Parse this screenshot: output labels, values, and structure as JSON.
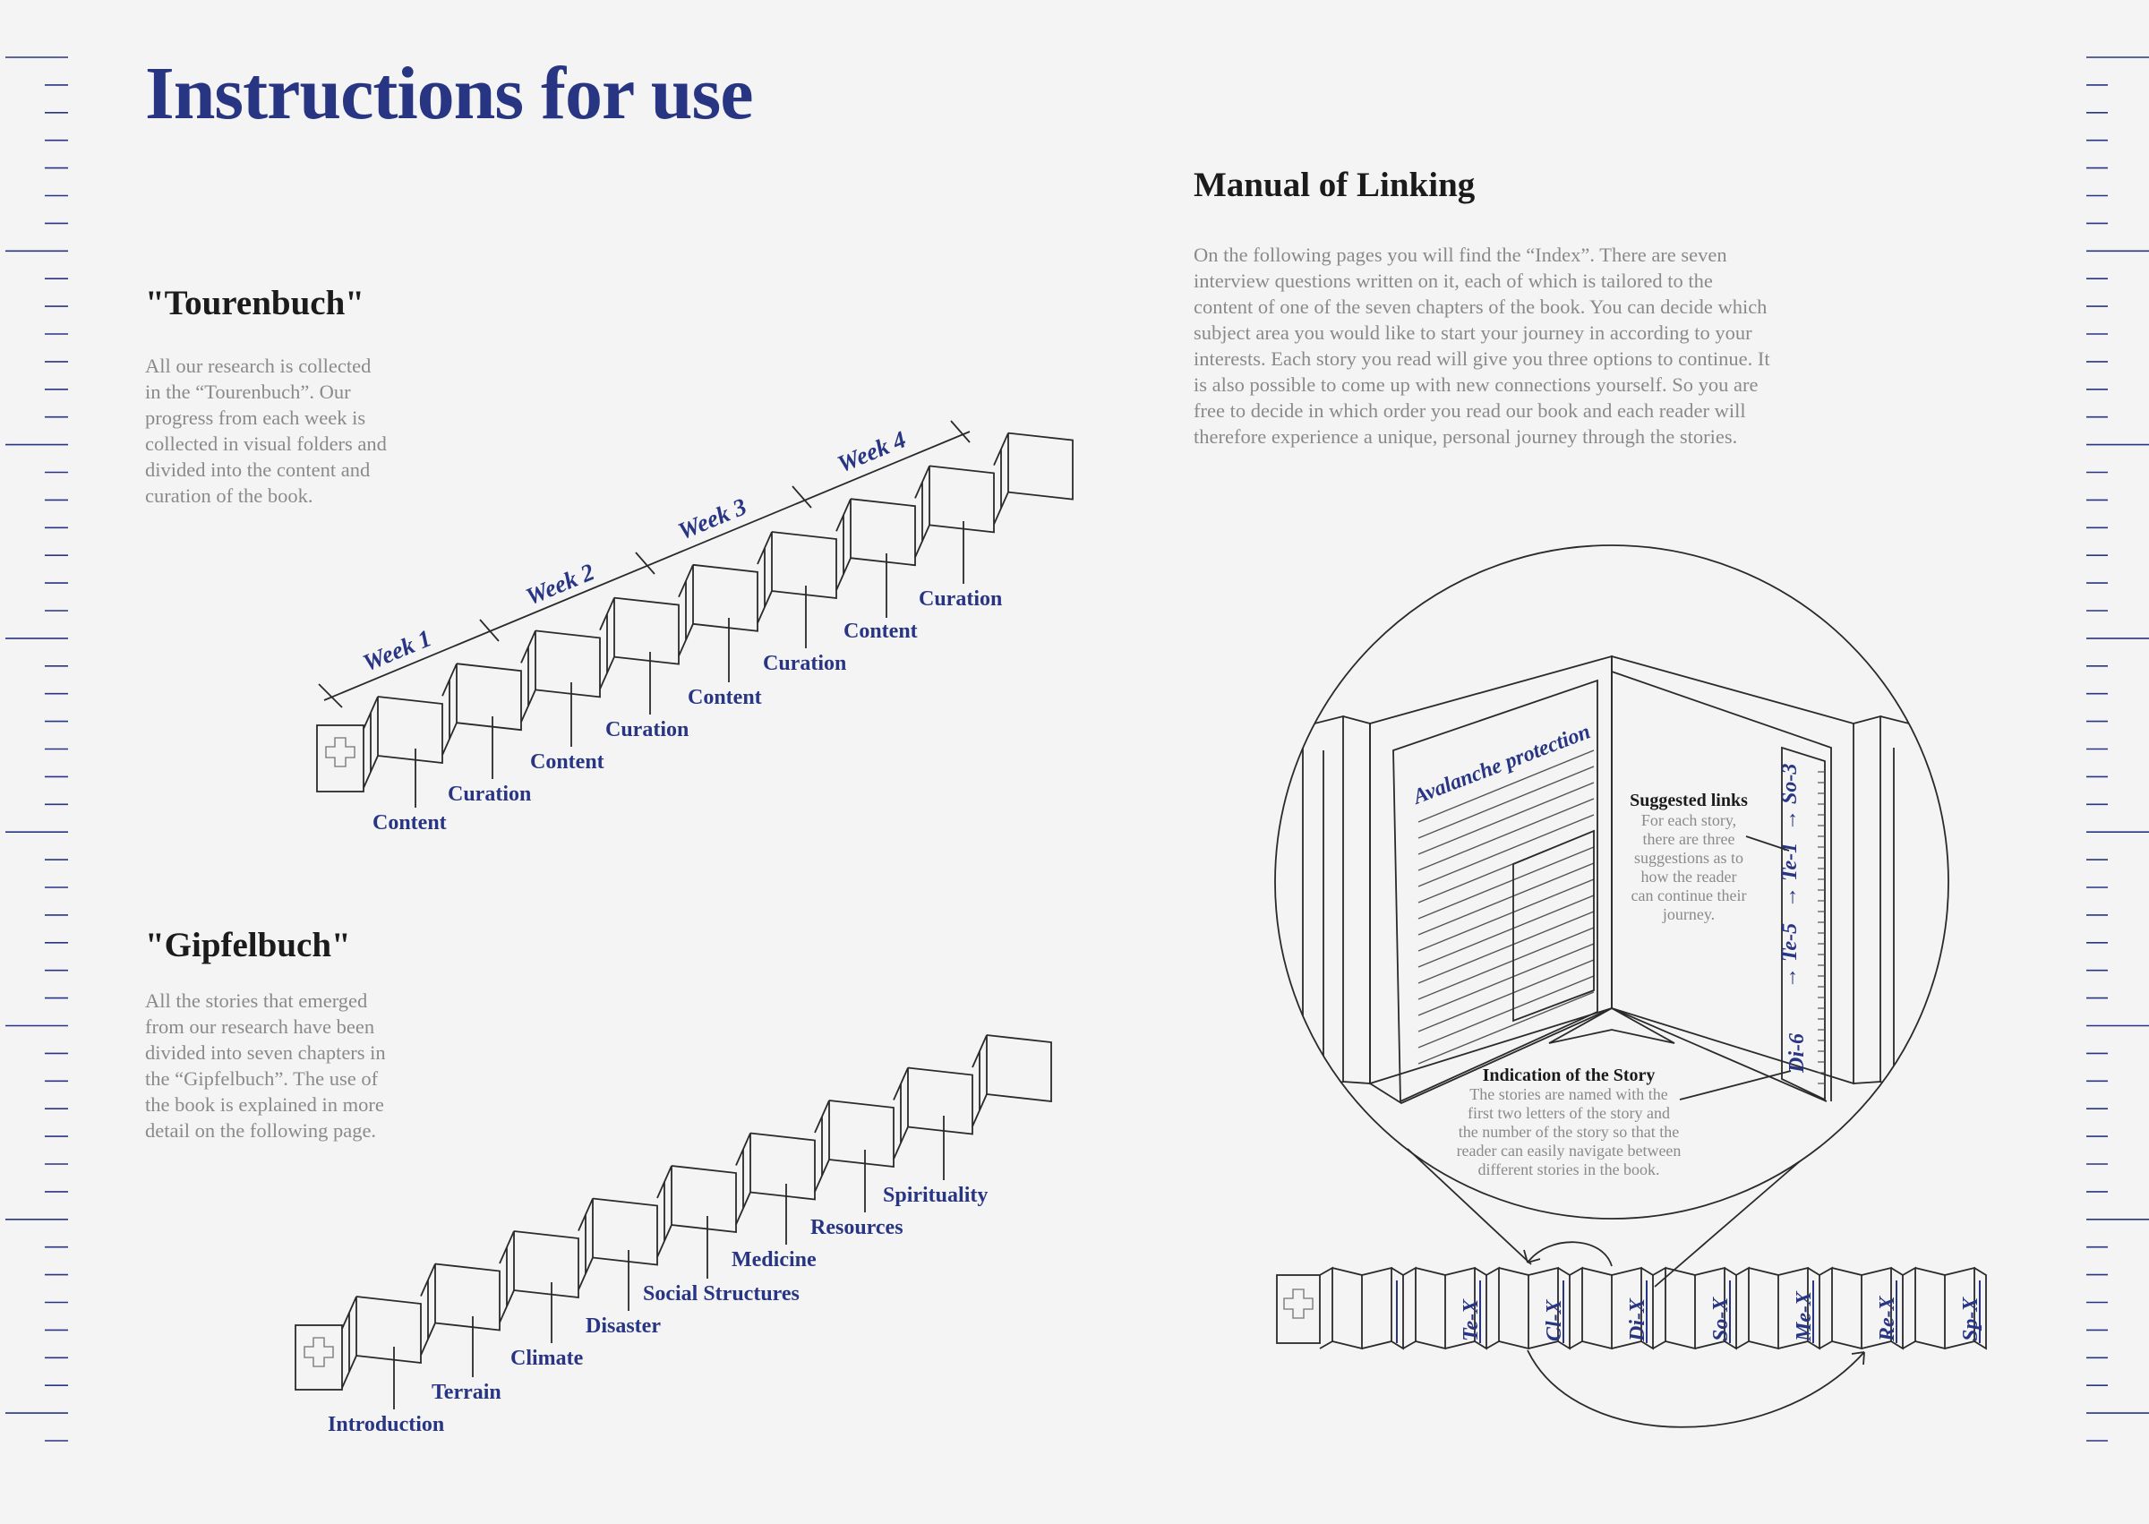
{
  "title": "Instructions for use",
  "tourenbuch": {
    "heading": "\"Tourenbuch\"",
    "text": [
      "All our research is collected",
      "in the “Tourenbuch”. Our",
      "progress from each week is",
      "collected in visual folders and",
      "divided into the content and",
      "curation of the book."
    ],
    "weeks": [
      "Week 1",
      "Week 2",
      "Week 3",
      "Week 4"
    ],
    "labels": [
      "Content",
      "Curation",
      "Content",
      "Curation",
      "Content",
      "Curation",
      "Content",
      "Curation"
    ]
  },
  "gipfelbuch": {
    "heading": "\"Gipfelbuch\"",
    "text": [
      "All the stories that emerged",
      "from our research have been",
      "divided into seven chapters in",
      "the “Gipfelbuch”. The use of",
      "the book is explained in more",
      "detail on the following page."
    ],
    "chapters": [
      "Introduction",
      "Terrain",
      "Climate",
      "Disaster",
      "Social Structures",
      "Medicine",
      "Resources",
      "Spirituality"
    ]
  },
  "manual": {
    "heading": "Manual of Linking",
    "text": [
      "On the following pages you will find the “Index”.  There are seven",
      "interview questions written on it, each of which is tailored to the",
      "content of one of the seven chapters of the book. You can decide which",
      "subject area you would like to start your journey in according to your",
      "interests. Each story you read will give you three options to continue. It",
      "is also possible to come up with new connections yourself. So you are",
      "free to decide in which order you read our book and each reader will",
      "therefore experience a unique, personal journey through the stories."
    ]
  },
  "detail": {
    "page_title": "Avalanche protection",
    "suggested": {
      "heading": "Suggested links",
      "text": [
        "For each story,",
        "there are three",
        "suggestions as to",
        "how the reader",
        "can continue their",
        "journey."
      ]
    },
    "indication": {
      "heading": "Indication of the Story",
      "text": [
        "The stories are named with the",
        "first two letters of the story and",
        "the number of the story so that the",
        "reader can easily navigate between",
        "different stories in the book."
      ]
    },
    "links": [
      "→ So-3",
      "→ Te-1",
      "→ Te-5"
    ],
    "story_code": "Di-6"
  },
  "index_tabs": [
    "Te-X",
    "Cl-X",
    "Di-X",
    "So-X",
    "Me-X",
    "Re-X",
    "Sp-X"
  ],
  "colors": {
    "accent": "#283583",
    "background": "#f4f4f4",
    "text": "#1b1b1b",
    "muted": "#8a8a8a"
  }
}
